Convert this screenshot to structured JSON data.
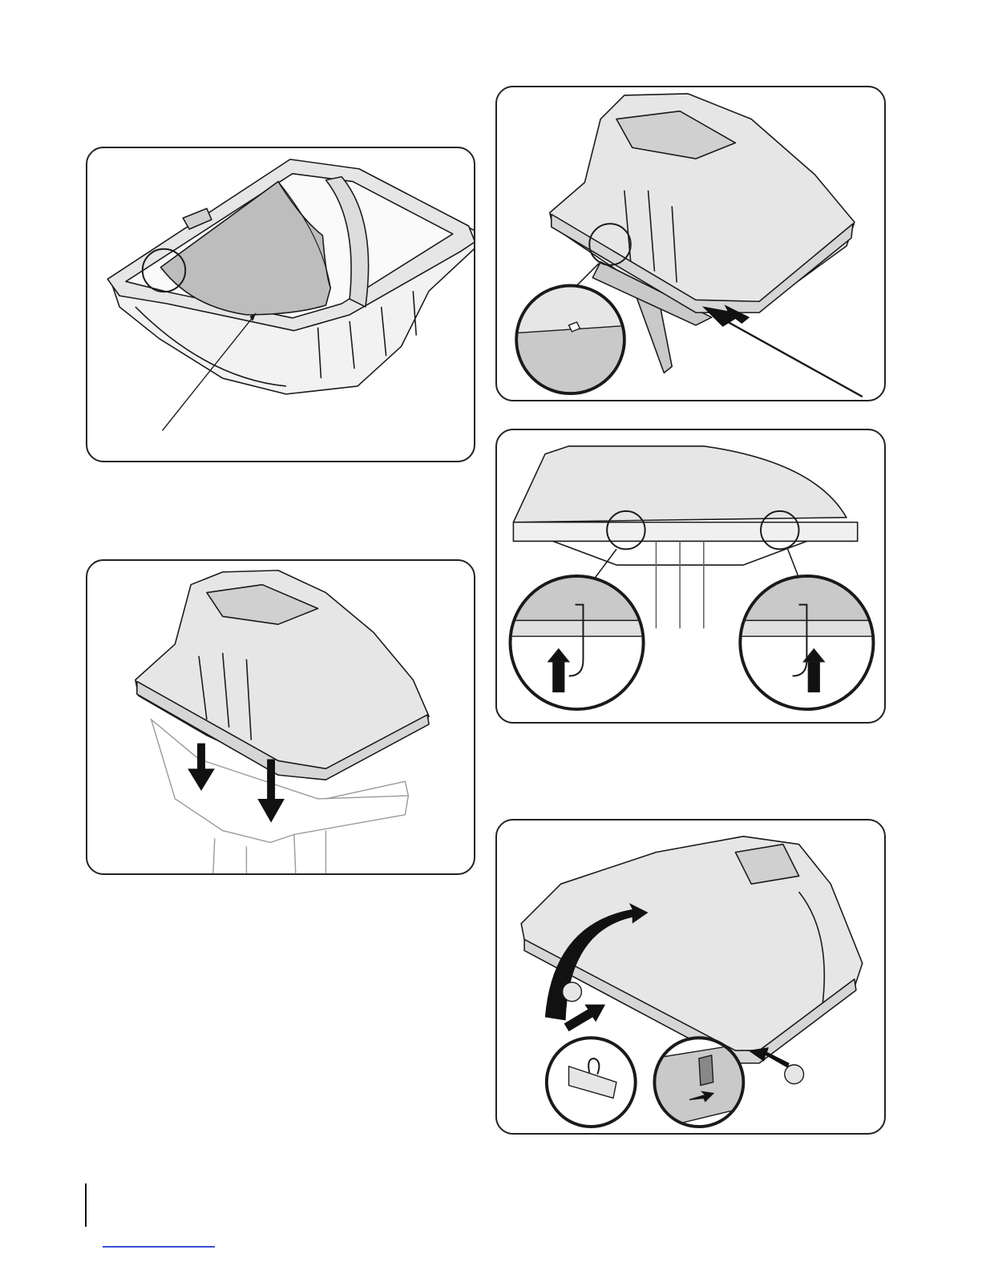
{
  "document": {
    "figures": [
      {
        "id": "fig1",
        "subject": "bagger-frame-with-liner"
      },
      {
        "id": "fig2",
        "subject": "lid-lowered-onto-frame"
      },
      {
        "id": "fig3",
        "subject": "lid-pin-insertion-detail"
      },
      {
        "id": "fig4",
        "subject": "hook-engagement-detail"
      },
      {
        "id": "fig5",
        "subject": "lid-latching-detail"
      }
    ],
    "callouts": {
      "fig5_marker_a": "",
      "fig5_marker_b": ""
    },
    "colors": {
      "line": "#1a1a1a",
      "plastic_fill": "#e6e6e6",
      "liner_fill": "#bdbdbd",
      "detail_fill": "#c9c9c9",
      "arrow": "#111111",
      "footer_link": "#3a4fd8"
    }
  }
}
